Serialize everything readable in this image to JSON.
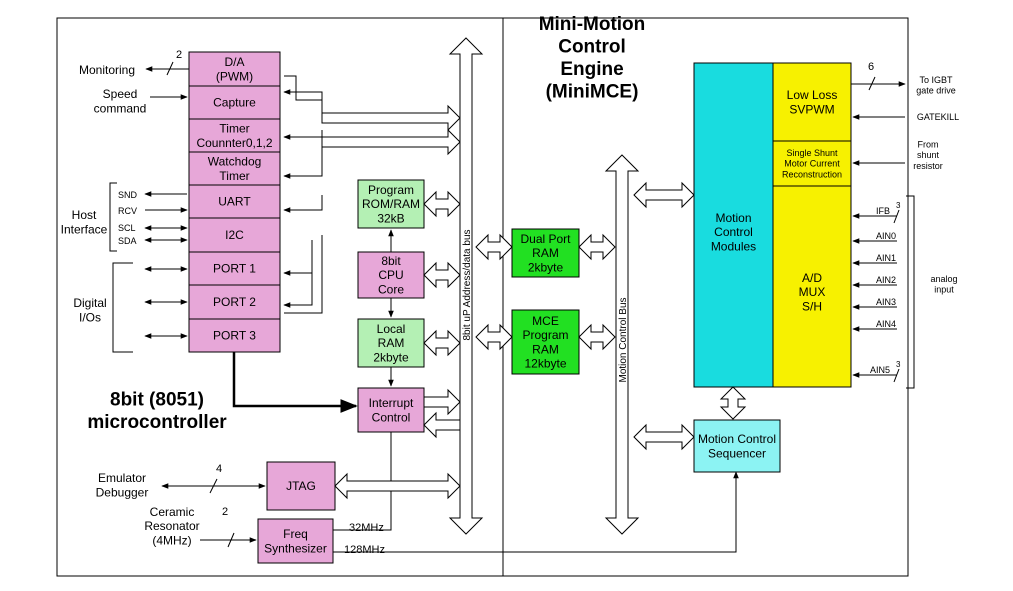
{
  "colors": {
    "pink": "#e7a7d8",
    "green": "#22e022",
    "light_green": "#b4f0b4",
    "cyan": "#19dcdf",
    "light_cyan": "#8cf3f3",
    "yellow": "#f7f100"
  },
  "titles": {
    "mce": [
      "Mini-Motion",
      "Control",
      "Engine",
      "(MiniMCE)"
    ],
    "mcu": [
      "8bit (8051)",
      "microcontroller"
    ]
  },
  "periph": {
    "da": [
      "D/A",
      "(PWM)"
    ],
    "capture": [
      "Capture"
    ],
    "timer": [
      "Timer",
      "Counnter0,1,2"
    ],
    "watchdog": [
      "Watchdog",
      "Timer"
    ],
    "uart": [
      "UART"
    ],
    "i2c": [
      "I2C"
    ],
    "port1": [
      "PORT 1"
    ],
    "port2": [
      "PORT 2"
    ],
    "port3": [
      "PORT 3"
    ]
  },
  "core": {
    "program_rom": [
      "Program",
      "ROM/RAM",
      "32kB"
    ],
    "cpu": [
      "8bit",
      "CPU",
      "Core"
    ],
    "local_ram": [
      "Local",
      "RAM",
      "2kbyte"
    ],
    "interrupt": [
      "Interrupt",
      "Control"
    ],
    "jtag": [
      "JTAG"
    ],
    "freq": [
      "Freq",
      "Synthesizer"
    ]
  },
  "mce_blocks": {
    "dual_port": [
      "Dual Port",
      "RAM",
      "2kbyte"
    ],
    "mce_program": [
      "MCE",
      "Program",
      "RAM",
      "12kbyte"
    ],
    "motion_modules": [
      "Motion",
      "Control",
      "Modules"
    ],
    "low_loss": [
      "Low Loss",
      "SVPWM"
    ],
    "shunt": [
      "Single Shunt",
      "Motor Current",
      "Reconstruction"
    ],
    "adc": [
      "A/D",
      "MUX",
      "S/H"
    ],
    "sequencer": [
      "Motion Control",
      "Sequencer"
    ]
  },
  "bus_labels": {
    "address_data": "8bit uP Address/data bus",
    "motion_bus": "Motion Control Bus"
  },
  "external": {
    "monitoring": "Monitoring",
    "monitoring_count": "2",
    "speed": [
      "Speed",
      "command"
    ],
    "snd": "SND",
    "rcv": "RCV",
    "scl": "SCL",
    "sda": "SDA",
    "host_interface": [
      "Host",
      "Interface"
    ],
    "digital_ios": [
      "Digital",
      "I/Os"
    ],
    "emulator": [
      "Emulator",
      "Debugger"
    ],
    "emulator_count": "4",
    "ceramic": [
      "Ceramic",
      "Resonator",
      "(4MHz)"
    ],
    "ceramic_count": "2",
    "clk32": "32MHz",
    "clk128": "128MHz",
    "igbt": [
      "To IGBT",
      "gate drive"
    ],
    "igbt_count": "6",
    "gatekill": "GATEKILL",
    "shunt_in": [
      "From",
      "shunt",
      "resistor"
    ],
    "analog": [
      "analog",
      "input"
    ],
    "ain": [
      "IFB",
      "AIN0",
      "AIN1",
      "AIN2",
      "AIN3",
      "AIN4",
      "AIN5"
    ],
    "ifb_count": "3",
    "ain5_count": "3"
  }
}
